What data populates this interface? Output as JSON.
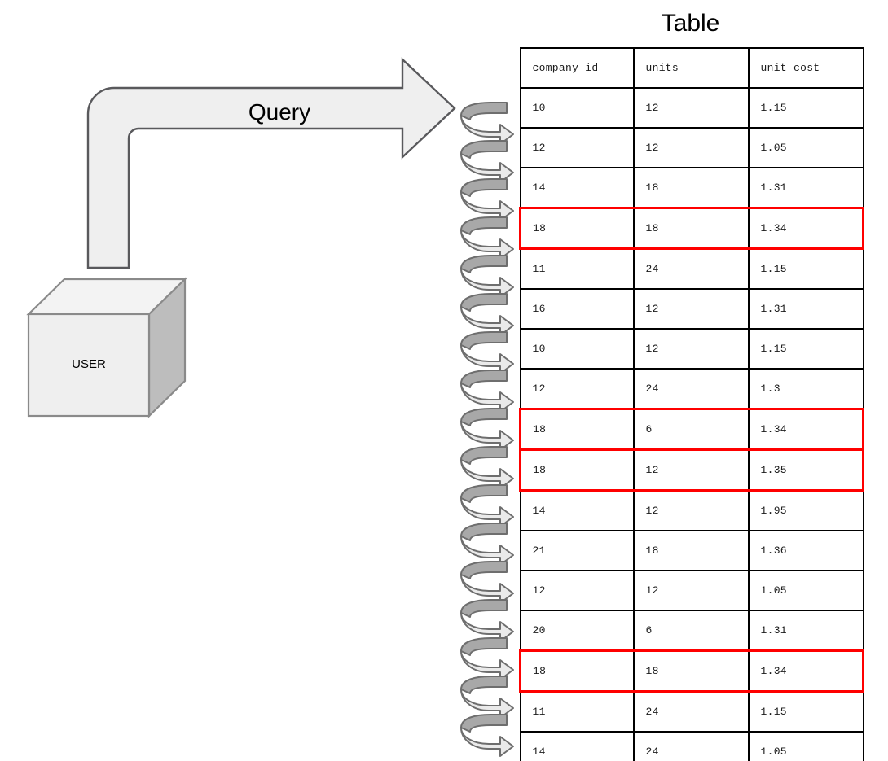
{
  "diagram": {
    "title": "Table",
    "query_label": "Query",
    "user_label": "USER",
    "coil_count": 17,
    "colors": {
      "highlight": "#FF0000",
      "shape_fill": "#EFEFEF",
      "shape_stroke": "#59595C",
      "cube_top_fill": "#F3F3F3",
      "cube_side_fill": "#BDBDBD",
      "coil_dark": "#A8A8A8",
      "coil_light": "#EAEAEA",
      "coil_stroke": "#6E6E6E",
      "table_border": "#000000"
    },
    "icons": {
      "arrow": "bent-right-arrow-icon",
      "cube": "cube-3d-icon",
      "coil": "loop-arrow-icon"
    }
  },
  "table": {
    "columns": [
      "company_id",
      "units",
      "unit_cost"
    ],
    "rows": [
      {
        "company_id": "10",
        "units": "12",
        "unit_cost": "1.15",
        "highlight": false
      },
      {
        "company_id": "12",
        "units": "12",
        "unit_cost": "1.05",
        "highlight": false
      },
      {
        "company_id": "14",
        "units": "18",
        "unit_cost": "1.31",
        "highlight": false
      },
      {
        "company_id": "18",
        "units": "18",
        "unit_cost": "1.34",
        "highlight": true
      },
      {
        "company_id": "11",
        "units": "24",
        "unit_cost": "1.15",
        "highlight": false
      },
      {
        "company_id": "16",
        "units": "12",
        "unit_cost": "1.31",
        "highlight": false
      },
      {
        "company_id": "10",
        "units": "12",
        "unit_cost": "1.15",
        "highlight": false
      },
      {
        "company_id": "12",
        "units": "24",
        "unit_cost": "1.3",
        "highlight": false
      },
      {
        "company_id": "18",
        "units": "6",
        "unit_cost": "1.34",
        "highlight": true
      },
      {
        "company_id": "18",
        "units": "12",
        "unit_cost": "1.35",
        "highlight": true
      },
      {
        "company_id": "14",
        "units": "12",
        "unit_cost": "1.95",
        "highlight": false
      },
      {
        "company_id": "21",
        "units": "18",
        "unit_cost": "1.36",
        "highlight": false
      },
      {
        "company_id": "12",
        "units": "12",
        "unit_cost": "1.05",
        "highlight": false
      },
      {
        "company_id": "20",
        "units": "6",
        "unit_cost": "1.31",
        "highlight": false
      },
      {
        "company_id": "18",
        "units": "18",
        "unit_cost": "1.34",
        "highlight": true
      },
      {
        "company_id": "11",
        "units": "24",
        "unit_cost": "1.15",
        "highlight": false
      },
      {
        "company_id": "14",
        "units": "24",
        "unit_cost": "1.05",
        "highlight": false
      }
    ]
  }
}
